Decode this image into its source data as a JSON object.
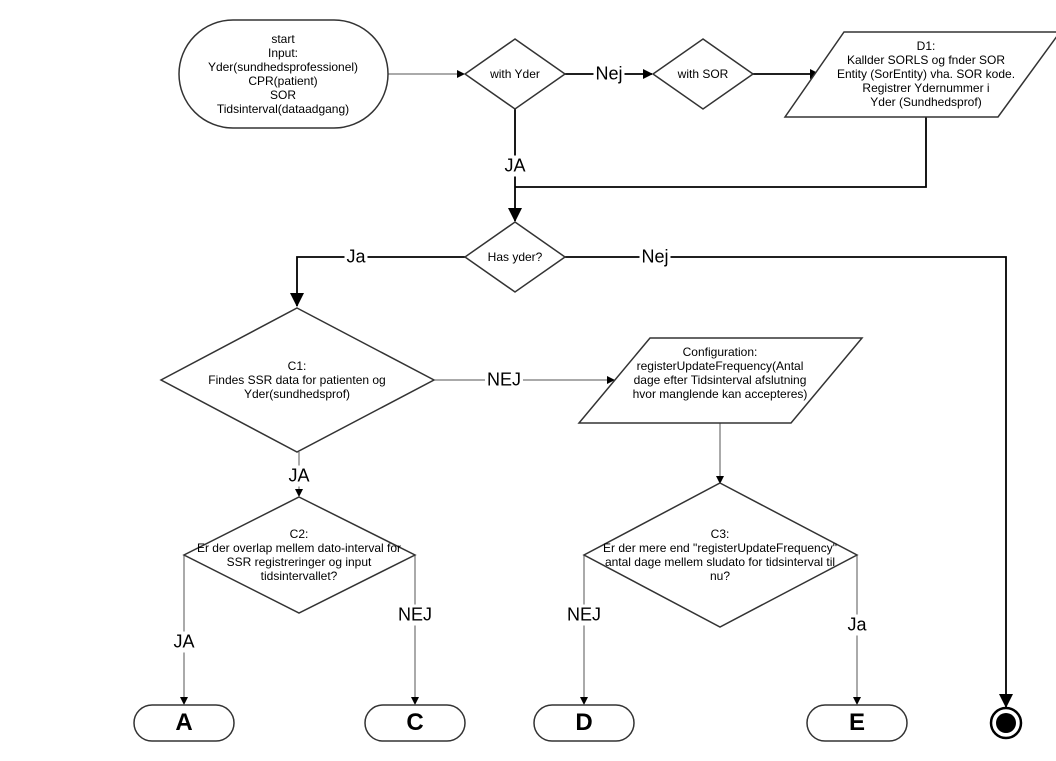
{
  "nodes": {
    "start": [
      "start",
      "Input:",
      "Yder(sundhedsprofessionel)",
      "CPR(patient)",
      "SOR",
      "Tidsinterval(dataadgang)"
    ],
    "with_yder": "with Yder",
    "with_sor": "with SOR",
    "d1": [
      "D1:",
      "Kallder SORLS og fnder SOR",
      "Entity (SorEntity) vha. SOR kode.",
      "Registrer Ydernummer i",
      "Yder (Sundhedsprof)"
    ],
    "has_yder": "Has yder?",
    "c1": [
      "C1:",
      "Findes SSR data for patienten og",
      "Yder(sundhedsprof)"
    ],
    "config": [
      "Configuration:",
      "registerUpdateFrequency(Antal",
      "dage efter Tidsinterval afslutning",
      "hvor manglende kan accepteres)"
    ],
    "c2": [
      "C2:",
      "Er der overlap mellem dato-interval for",
      "SSR registreringer og input",
      "tidsintervallet?"
    ],
    "c3": [
      "C3:",
      "Er der mere end \"registerUpdateFrequency\"",
      "antal dage mellem sludato for tidsinterval til",
      "nu?"
    ],
    "term_a": "A",
    "term_c": "C",
    "term_d": "D",
    "term_e": "E"
  },
  "edges": {
    "yder_sor": "Nej",
    "yder_ja": "JA",
    "has_ja": "Ja",
    "has_nej": "Nej",
    "c1_nej": "NEJ",
    "c1_ja": "JA",
    "c2_ja": "JA",
    "c2_nej": "NEJ",
    "c3_nej": "NEJ",
    "c3_ja": "Ja"
  }
}
